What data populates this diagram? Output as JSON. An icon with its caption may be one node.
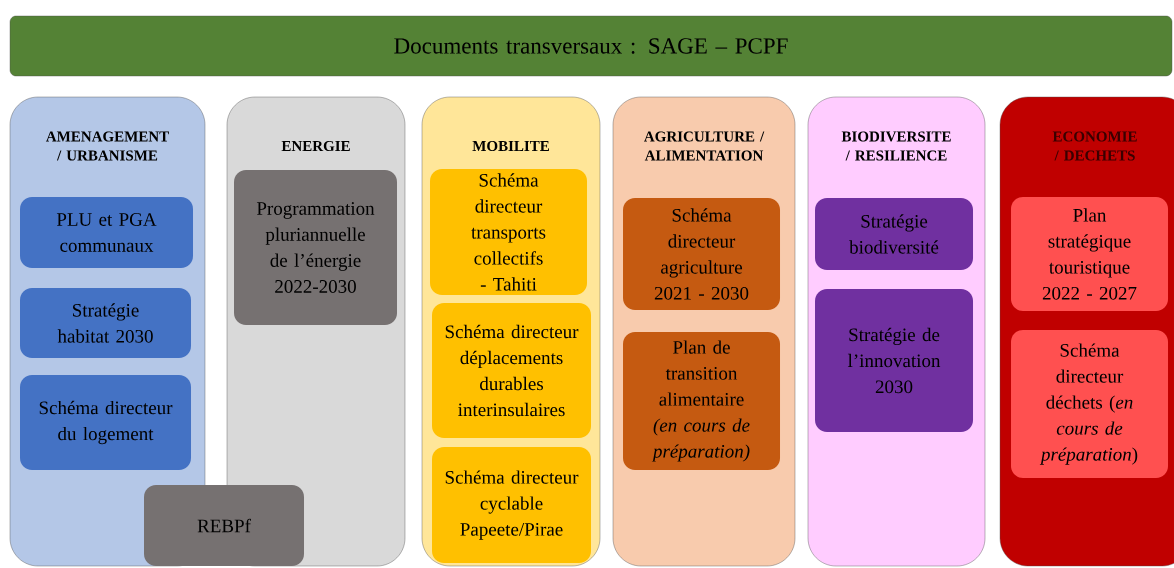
{
  "diagram": {
    "nodes": [
      {
        "text": [
          "Documents transversaux : SAGE – PCPF"
        ]
      },
      {
        "text": [
          "AMENAGEMENT / URBANISME"
        ]
      },
      {
        "text": [
          "PLU et PGA communaux"
        ],
        "in": 1
      },
      {
        "text": [
          "Stratégie habitat 2030"
        ],
        "in": 1
      },
      {
        "text": [
          "Schéma directeur du logement"
        ],
        "in": 1
      },
      {
        "text": [
          "ENERGIE"
        ]
      },
      {
        "text": [
          "Programmation pluriannuelle de l’énergie 2022-2030"
        ],
        "in": 5
      },
      {
        "text": [
          "REBPf"
        ]
      },
      {
        "text": [
          "MOBILITE"
        ]
      },
      {
        "text": [
          "Schéma directeur transports collectifs - Tahiti"
        ],
        "in": 8
      },
      {
        "text": [
          "Schéma directeur déplacements durables interinsulaires"
        ],
        "in": 8
      },
      {
        "text": [
          "Schéma directeur cyclable Papeete/Pirae"
        ],
        "in": 8
      },
      {
        "text": [
          "AGRICULTURE / ALIMENTATION"
        ]
      },
      {
        "text": [
          "Schéma directeur agriculture 2021 - 2030"
        ],
        "in": 12
      },
      {
        "text": [
          "Plan de transition alimentaire *(en cours de préparation)*"
        ],
        "in": 12
      },
      {
        "text": [
          "BIODIVERSITE / RESILIENCE"
        ]
      },
      {
        "text": [
          "Stratégie biodiversité"
        ],
        "in": 15
      },
      {
        "text": [
          "Stratégie de l’innovation 2030"
        ],
        "in": 15
      },
      {
        "text": [
          "ECONOMIE / DECHETS"
        ]
      },
      {
        "text": [
          "Plan stratégique touristique 2022 - 2027"
        ],
        "in": 18
      },
      {
        "text": [
          "Schéma directeur déchets (*en cours de préparation*)"
        ],
        "in": 18
      }
    ]
  }
}
